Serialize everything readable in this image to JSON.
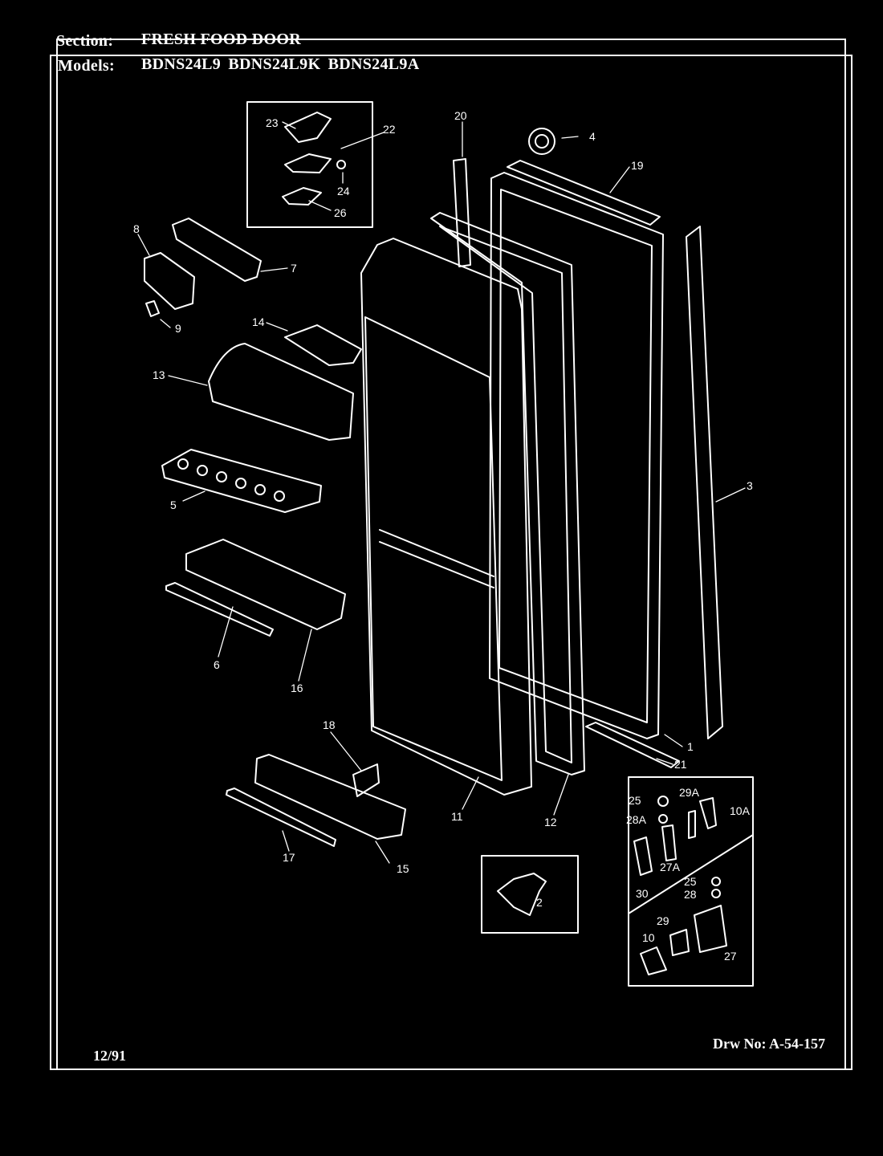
{
  "header": {
    "section_label": "Section:",
    "section_value": "FRESH FOOD DOOR",
    "models_label": "Models:",
    "models_value": "BDNS24L9  BDNS24L9K  BDNS24L9A"
  },
  "footer": {
    "date": "12/91",
    "drawing_no": "Drw No: A-54-157"
  },
  "callouts": {
    "c1": "1",
    "c2": "2",
    "c3": "3",
    "c4": "4",
    "c5": "5",
    "c6": "6",
    "c7": "7",
    "c8": "8",
    "c9": "9",
    "c10": "10",
    "c10A": "10A",
    "c11": "11",
    "c12": "12",
    "c13": "13",
    "c14": "14",
    "c15": "15",
    "c16": "16",
    "c17": "17",
    "c18": "18",
    "c19": "19",
    "c20": "20",
    "c21": "21",
    "c22": "22",
    "c23": "23",
    "c24": "24",
    "c25a": "25",
    "c25b": "25",
    "c26": "26",
    "c27": "27",
    "c27A": "27A",
    "c28": "28",
    "c28A": "28A",
    "c29": "29",
    "c29A": "29A",
    "c30": "30"
  }
}
